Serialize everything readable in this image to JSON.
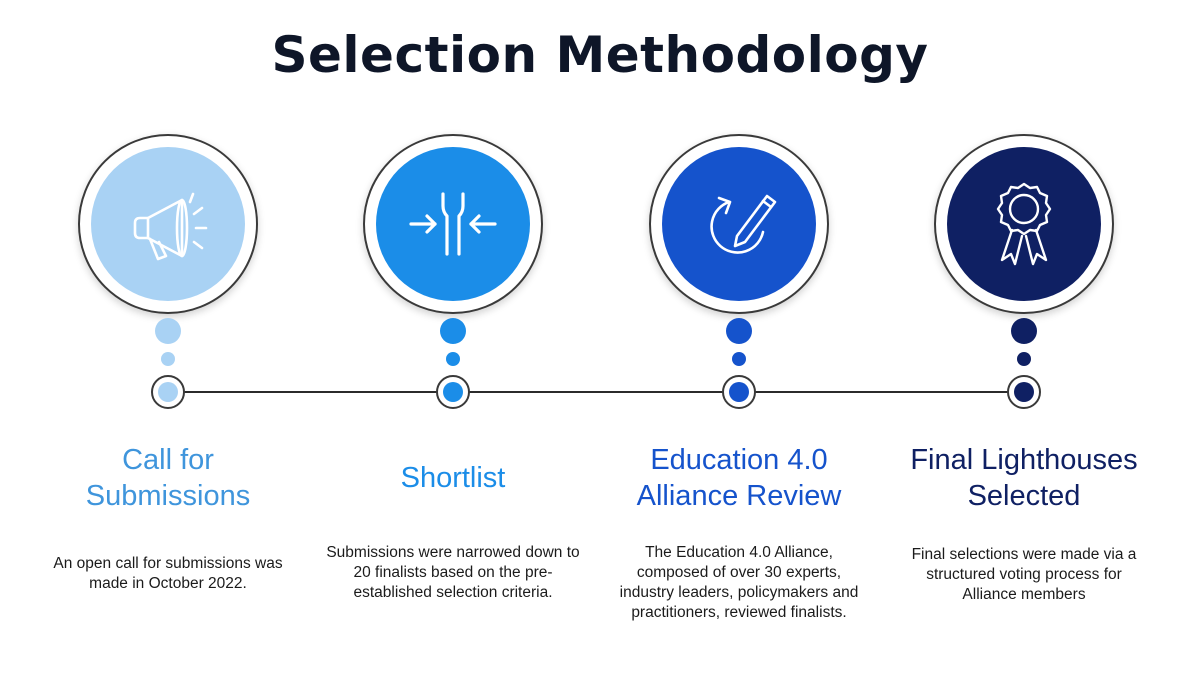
{
  "title": "Selection Methodology",
  "steps": [
    {
      "heading_line1": "Call for",
      "heading_line2": "Submissions",
      "description": "An open call for submissions was made in October 2022.",
      "icon": "megaphone-icon",
      "color": "#a9d2f4",
      "heading_color": "#3f95dc"
    },
    {
      "heading_line1": "Shortlist",
      "heading_line2": "",
      "description": "Submissions were narrowed down to 20 finalists based on the pre-established selection criteria.",
      "icon": "converging-arrows-icon",
      "color": "#1b8de8",
      "heading_color": "#1b8de8"
    },
    {
      "heading_line1": "Education 4.0",
      "heading_line2": "Alliance Review",
      "description": "The Education 4.0 Alliance, composed of over 30 experts, industry leaders, policymakers and practitioners, reviewed finalists.",
      "icon": "review-pencil-icon",
      "color": "#1553cc",
      "heading_color": "#1553cc"
    },
    {
      "heading_line1": "Final Lighthouses",
      "heading_line2": "Selected",
      "description": "Final selections were made via a structured voting process for Alliance members",
      "icon": "award-ribbon-icon",
      "color": "#0f2063",
      "heading_color": "#0f2063"
    }
  ]
}
